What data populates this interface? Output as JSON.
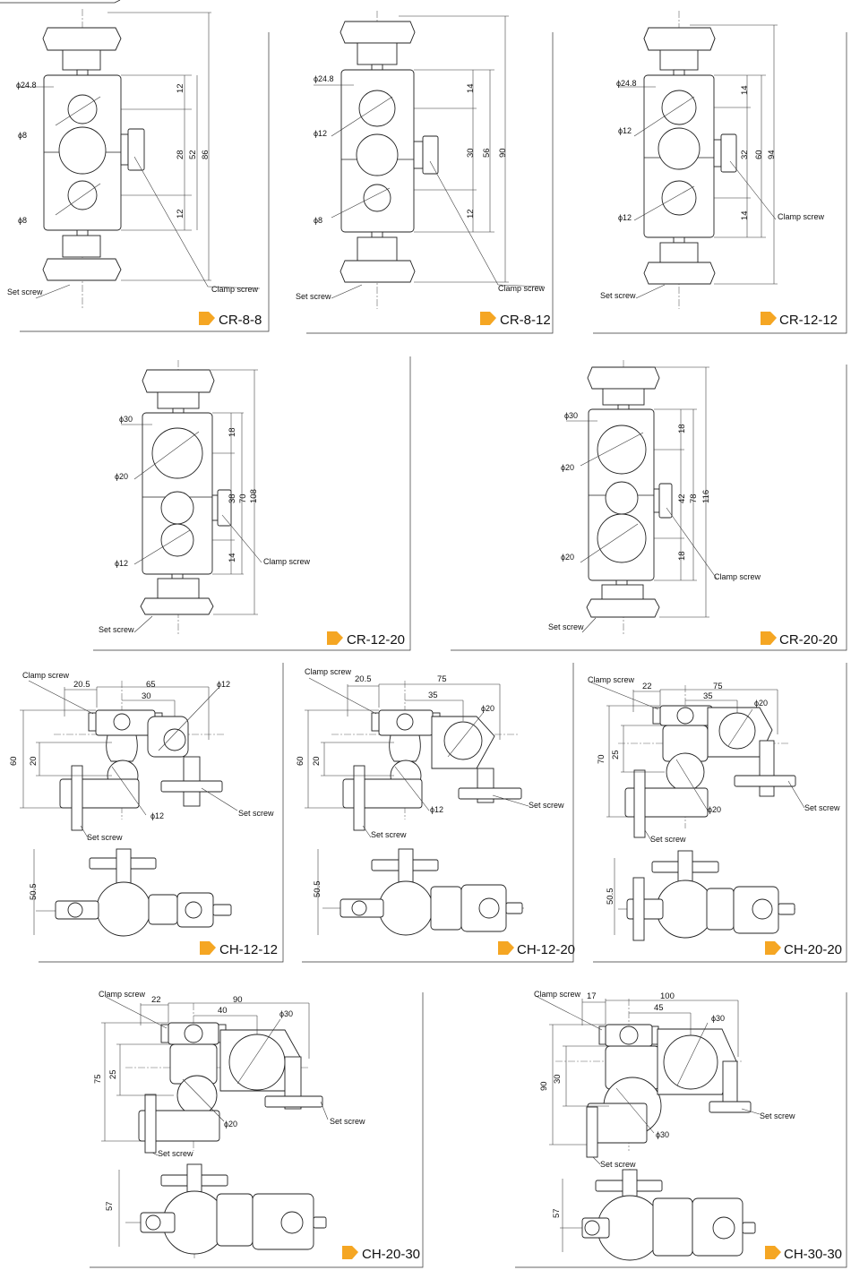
{
  "products": [
    {
      "id": "cr-8-8",
      "name": "CR-8-8",
      "labels": [
        "ϕ24.8",
        "ϕ8",
        "ϕ8",
        "Set screw",
        "Clamp screw"
      ],
      "dims": [
        "12",
        "28",
        "52",
        "86",
        "12"
      ]
    },
    {
      "id": "cr-8-12",
      "name": "CR-8-12",
      "labels": [
        "ϕ24.8",
        "ϕ12",
        "ϕ8",
        "Set screw",
        "Clamp screw"
      ],
      "dims": [
        "14",
        "30",
        "56",
        "90",
        "12"
      ]
    },
    {
      "id": "cr-12-12",
      "name": "CR-12-12",
      "labels": [
        "ϕ24.8",
        "ϕ12",
        "ϕ12",
        "Set screw",
        "Clamp screw"
      ],
      "dims": [
        "14",
        "32",
        "60",
        "94",
        "14"
      ]
    },
    {
      "id": "cr-12-20",
      "name": "CR-12-20",
      "labels": [
        "ϕ30",
        "ϕ20",
        "ϕ12",
        "Set screw",
        "Clamp screw"
      ],
      "dims": [
        "18",
        "38",
        "70",
        "108",
        "14"
      ]
    },
    {
      "id": "cr-20-20",
      "name": "CR-20-20",
      "labels": [
        "ϕ30",
        "ϕ20",
        "ϕ20",
        "Set screw",
        "Clamp screw"
      ],
      "dims": [
        "18",
        "42",
        "78",
        "116",
        "18"
      ]
    },
    {
      "id": "ch-12-12",
      "name": "CH-12-12",
      "labels": [
        "Clamp screw",
        "ϕ12",
        "ϕ12",
        "Set screw",
        "Set screw"
      ],
      "dims": [
        "20.5",
        "65",
        "30",
        "60",
        "20",
        "50.5"
      ]
    },
    {
      "id": "ch-12-20",
      "name": "CH-12-20",
      "labels": [
        "Clamp screw",
        "ϕ20",
        "ϕ12",
        "Set screw",
        "Set screw"
      ],
      "dims": [
        "20.5",
        "75",
        "35",
        "60",
        "20",
        "50.5"
      ]
    },
    {
      "id": "ch-20-20",
      "name": "CH-20-20",
      "labels": [
        "Clamp screw",
        "ϕ20",
        "ϕ20",
        "Set screw",
        "Set screw"
      ],
      "dims": [
        "22",
        "75",
        "35",
        "70",
        "25",
        "50.5"
      ]
    },
    {
      "id": "ch-20-30",
      "name": "CH-20-30",
      "labels": [
        "Clamp screw",
        "ϕ30",
        "ϕ20",
        "Set screw",
        "Set screw"
      ],
      "dims": [
        "22",
        "90",
        "40",
        "75",
        "25",
        "57"
      ]
    },
    {
      "id": "ch-30-30",
      "name": "CH-30-30",
      "labels": [
        "Clamp screw",
        "ϕ30",
        "ϕ30",
        "Set screw",
        "Set screw"
      ],
      "dims": [
        "17",
        "100",
        "45",
        "90",
        "30",
        "57"
      ]
    }
  ],
  "colors": {
    "tag": "#f5a623",
    "line": "#222222"
  }
}
